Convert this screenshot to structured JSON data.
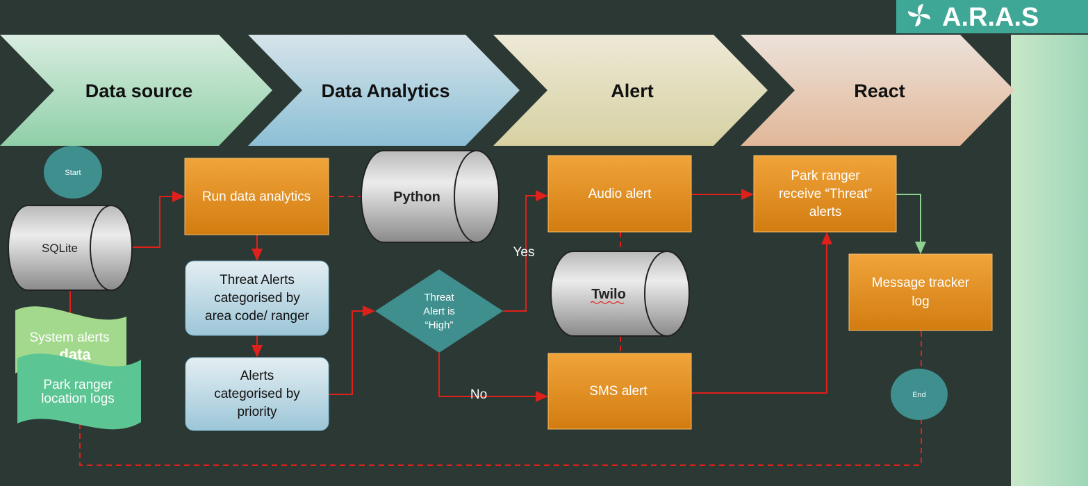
{
  "logo": {
    "text": "A.R.A.S",
    "icon": "pinwheel-icon",
    "color": "#3fa796"
  },
  "phases": [
    {
      "label": "Data source"
    },
    {
      "label": "Data Analytics"
    },
    {
      "label": "Alert"
    },
    {
      "label": "React"
    }
  ],
  "nodes": {
    "start": "Start",
    "sqlite": "SQLite",
    "system_alerts": "System alerts",
    "system_alerts_hidden": "data",
    "ranger_logs": [
      "Park ranger",
      "location logs"
    ],
    "run_analytics": "Run data analytics",
    "python": "Python",
    "threat_categorised": [
      "Threat Alerts",
      "categorised by",
      "area code/ ranger"
    ],
    "priority_categorised": [
      "Alerts",
      "categorised  by",
      "priority"
    ],
    "decision": [
      "Threat",
      "Alert is",
      "“High”"
    ],
    "yes": "Yes",
    "no": "No",
    "audio_alert": "Audio alert",
    "twilo": "Twilo",
    "sms_alert": "SMS alert",
    "ranger_receive": [
      "Park ranger",
      "receive “Threat”",
      "alerts"
    ],
    "message_log": [
      "Message tracker",
      "log"
    ],
    "end": "End"
  },
  "colors": {
    "background": "#2b3833",
    "process": "#e38b1b",
    "connector": "#e0201b",
    "terminal": "#3f8f8f"
  }
}
